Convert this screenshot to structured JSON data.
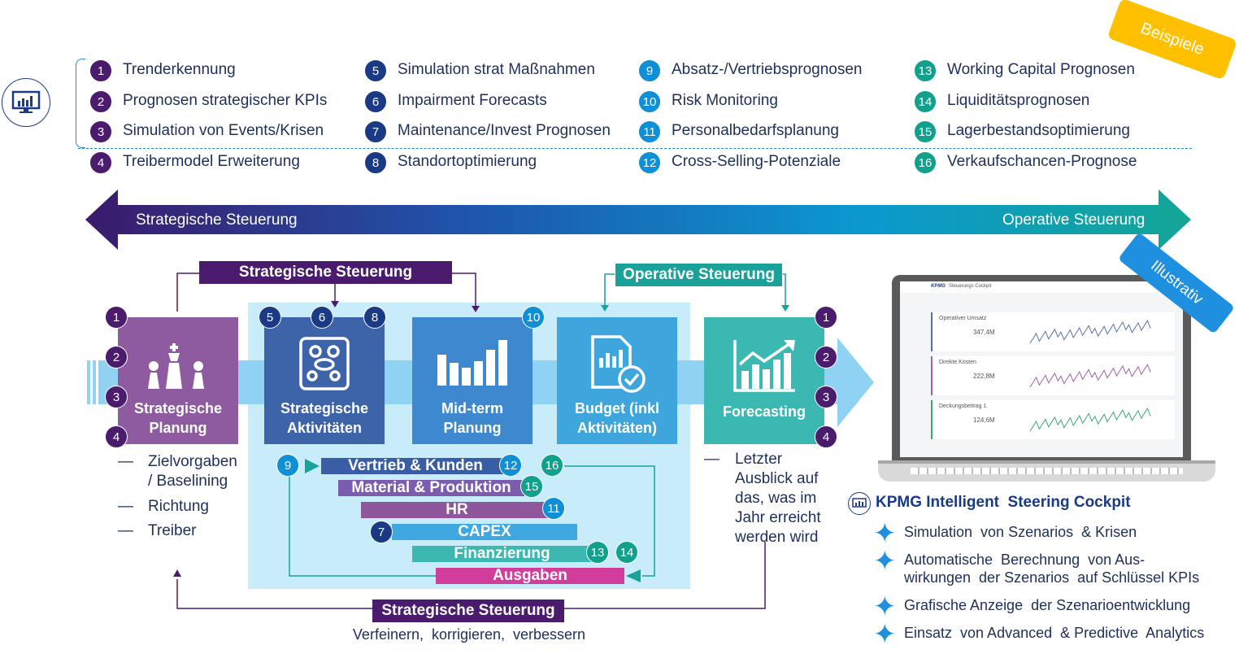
{
  "colors": {
    "purple": "#4b1b6e",
    "navy": "#1b3a86",
    "blue": "#0e8fd6",
    "teal": "#11a08c",
    "yellow": "#ffc000"
  },
  "banner_beispiele": "Beispiele",
  "banner_illustrativ": "Illustrativ",
  "use_cases": [
    {
      "n": "1",
      "label": "Trenderkennung",
      "group": "purple"
    },
    {
      "n": "2",
      "label": "Prognosen strategischer KPIs",
      "group": "purple"
    },
    {
      "n": "3",
      "label": "Simulation von Events/Krisen",
      "group": "purple"
    },
    {
      "n": "4",
      "label": "Treibermodel Erweiterung",
      "group": "purple"
    },
    {
      "n": "5",
      "label": "Simulation strat Maßnahmen",
      "group": "navy"
    },
    {
      "n": "6",
      "label": "Impairment Forecasts",
      "group": "navy"
    },
    {
      "n": "7",
      "label": "Maintenance/Invest Prognosen",
      "group": "navy"
    },
    {
      "n": "8",
      "label": "Standortoptimierung",
      "group": "navy"
    },
    {
      "n": "9",
      "label": "Absatz-/Vertriebsprognosen",
      "group": "blue"
    },
    {
      "n": "10",
      "label": "Risk Monitoring",
      "group": "blue"
    },
    {
      "n": "11",
      "label": "Personalbedarfsplanung",
      "group": "blue"
    },
    {
      "n": "12",
      "label": "Cross-Selling-Potenziale",
      "group": "blue"
    },
    {
      "n": "13",
      "label": "Working Capital Prognosen",
      "group": "teal"
    },
    {
      "n": "14",
      "label": "Liquiditätsprognosen",
      "group": "teal"
    },
    {
      "n": "15",
      "label": "Lagerbestandsoptimierung",
      "group": "teal"
    },
    {
      "n": "16",
      "label": "Verkaufschancen-Prognose",
      "group": "teal"
    }
  ],
  "arrow": {
    "left": "Strategische Steuerung",
    "right": "Operative Steuerung"
  },
  "process": {
    "top_strat_label": "Strategische Steuerung",
    "top_oper_label": "Operative Steuerung",
    "bottom_label": "Strategische Steuerung",
    "bottom_caption": "Verfeinern,  korrigieren,  verbessern",
    "boxes": [
      {
        "title": "Strategische Planung"
      },
      {
        "title": "Strategische Aktivitäten"
      },
      {
        "title": "Mid-term Planung"
      },
      {
        "title": "Budget (inkl Aktivitäten)"
      },
      {
        "title": "Forecasting"
      }
    ],
    "left_notes": [
      "Zielvorgaben / Baselining",
      "Richtung",
      "Treiber"
    ],
    "right_note": "Letzter Ausblick auf das, was im Jahr erreicht werden wird",
    "bars": [
      "Vertrieb & Kunden",
      "Material & Produktion",
      "HR",
      "CAPEX",
      "Finanzierung",
      "Ausgaben"
    ]
  },
  "cockpit": {
    "title": "KPMG Intelligent  Steering Cockpit",
    "screen_brand": "KPMG",
    "screen_title": "Steuerungs Cockpit",
    "kpis": [
      {
        "name": "Operativer Umsatz",
        "value": "347,4M",
        "color": "#5a6fb0"
      },
      {
        "name": "Direkte Kosten",
        "value": "222,8M",
        "color": "#a060a8"
      },
      {
        "name": "Deckungsbeitrag 1",
        "value": "124,6M",
        "color": "#3aaa70"
      }
    ],
    "features": [
      "Simulation  von Szenarios  & Krisen",
      "Automatische  Berechnung  von Aus-\nwirkungen  der Szenarios  auf Schlüssel KPIs",
      "Grafische Anzeige  der Szenarioentwicklung",
      "Einsatz  von Advanced  & Predictive  Analytics"
    ]
  }
}
